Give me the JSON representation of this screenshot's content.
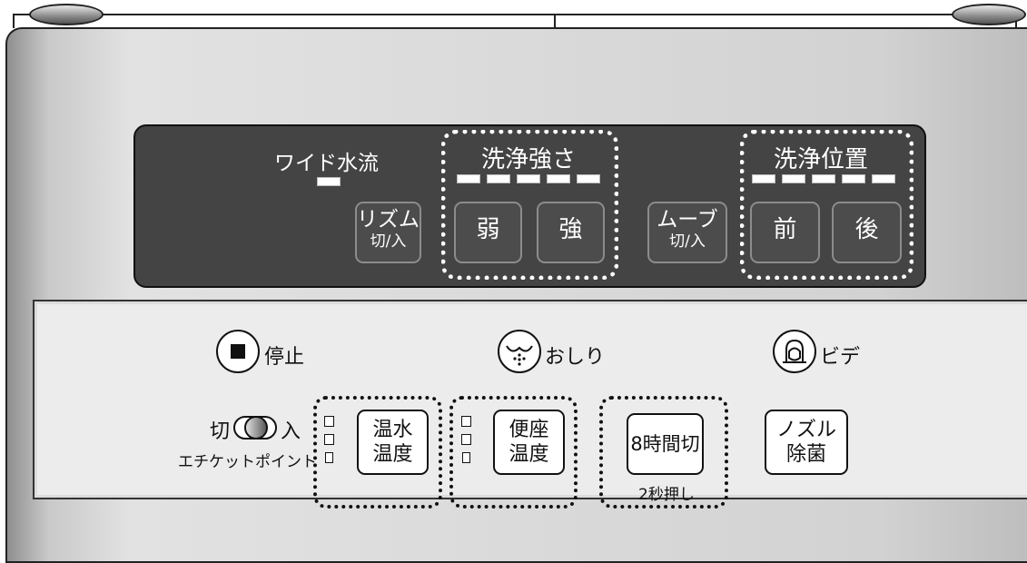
{
  "upper_panel": {
    "wide_flow_label": "ワイド水流",
    "rhythm_button": {
      "main": "リズム",
      "sub": "切/入"
    },
    "wash_strength": {
      "title": "洗浄強さ",
      "led_count": 5,
      "weak_label": "弱",
      "strong_label": "強"
    },
    "move_button": {
      "main": "ムーブ",
      "sub": "切/入"
    },
    "wash_position": {
      "title": "洗浄位置",
      "led_count": 5,
      "front_label": "前",
      "back_label": "後"
    }
  },
  "lower_panel": {
    "stop": {
      "label": "停止",
      "icon": "stop-square-icon"
    },
    "oshiri": {
      "label": "おしり",
      "icon": "rear-wash-icon"
    },
    "bidet": {
      "label": "ビデ",
      "icon": "bidet-face-icon"
    },
    "etiquette": {
      "off_label": "切",
      "on_label": "入",
      "caption": "エチケットポイント"
    },
    "water_temp": {
      "line1": "温水",
      "line2": "温度",
      "level_indicators": 3
    },
    "seat_temp": {
      "line1": "便座",
      "line2": "温度",
      "level_indicators": 3
    },
    "timer_off": {
      "label": "8時間切",
      "hint": "2秒押し"
    },
    "nozzle_clean": {
      "line1": "ノズル",
      "line2": "除菌"
    }
  },
  "colors": {
    "dark_panel": "#444444",
    "frame": "#111111",
    "lower_panel": "#ececec"
  }
}
